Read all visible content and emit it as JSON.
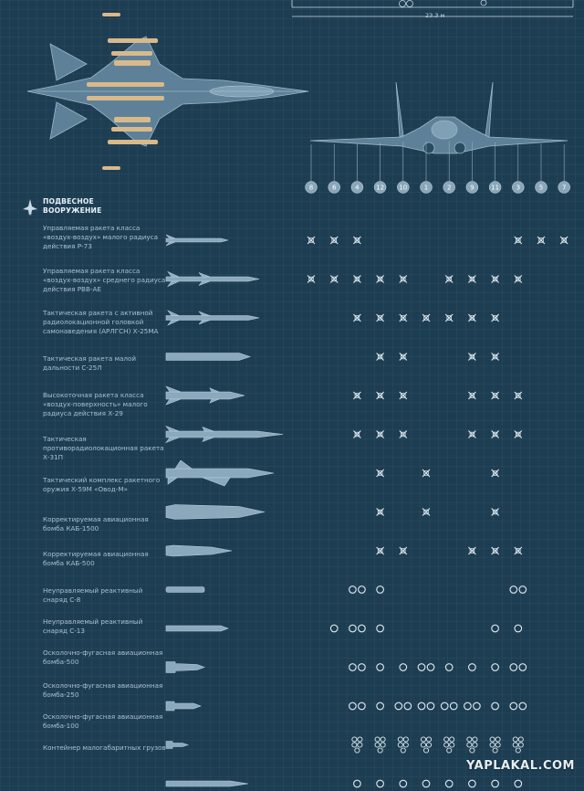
{
  "section": {
    "title_line1": "ПОДВЕСНОЕ",
    "title_line2": "ВООРУЖЕНИЕ"
  },
  "dimension": {
    "label": "23.3 м"
  },
  "watermark": "YAPLAKAL.COM",
  "colors": {
    "background": "#1d3d52",
    "aircraft": "#8aa9bd",
    "weapon": "#d9b98a",
    "marker": "#dfeaf0",
    "hardpoint_badge": "#8aa6b9"
  },
  "hardpoints": [
    "8",
    "6",
    "4",
    "12",
    "10",
    "1",
    "2",
    "9",
    "11",
    "3",
    "5",
    "7"
  ],
  "weapons": [
    {
      "label": "Управляемая ракета класса «воздух-воздух» малого радиуса действия Р-73",
      "icon": "missile-small",
      "marker": "cross",
      "stations": [
        "8",
        "6",
        "4",
        "3",
        "5",
        "7"
      ]
    },
    {
      "label": "Управляемая ракета класса «воздух-воздух» среднего радиуса действия РВВ-АЕ",
      "icon": "missile-medium",
      "marker": "cross",
      "stations": [
        "8",
        "6",
        "4",
        "12",
        "10",
        "2",
        "9",
        "11",
        "3"
      ]
    },
    {
      "label": "Тактическая ракета с активной радиолокационной головкой самонаведения (АРЛГСН) Х-25МА",
      "icon": "missile-medium",
      "marker": "cross",
      "stations": [
        "4",
        "12",
        "10",
        "1",
        "2",
        "9",
        "11"
      ]
    },
    {
      "label": "Тактическая ракета малой дальности С-25Л",
      "icon": "rocket-long",
      "marker": "cross",
      "stations": [
        "12",
        "10",
        "9",
        "11"
      ]
    },
    {
      "label": "Высокоточная ракета класса «воздух-поверхность» малого радиуса действия Х-29",
      "icon": "missile-heavy",
      "marker": "cross",
      "stations": [
        "4",
        "12",
        "10",
        "9",
        "11",
        "3"
      ]
    },
    {
      "label": "Тактическая противорадиолокационная ракета Х-31П",
      "icon": "missile-long",
      "marker": "cross",
      "stations": [
        "4",
        "12",
        "10",
        "9",
        "11",
        "3"
      ]
    },
    {
      "label": "Тактический комплекс ракетного оружия Х-59М «Овод-М»",
      "icon": "cruise-missile",
      "marker": "cross",
      "stations": [
        "12",
        "1",
        "11"
      ]
    },
    {
      "label": "Корректируемая авиационная бомба КАБ-1500",
      "icon": "bomb-large",
      "marker": "cross",
      "stations": [
        "12",
        "1",
        "11"
      ]
    },
    {
      "label": "Корректируемая авиационная бомба КАБ-500",
      "icon": "bomb-medium",
      "marker": "cross",
      "stations": [
        "12",
        "10",
        "9",
        "11",
        "3"
      ]
    },
    {
      "label": "Неуправляемый реактивный снаряд С-8",
      "icon": "rocket-pod",
      "marker": "circle",
      "stations": [
        "4",
        "4",
        "12",
        "3",
        "3"
      ]
    },
    {
      "label": "Неуправляемый реактивный снаряд С-13",
      "icon": "rocket-pod-long",
      "marker": "circle",
      "stations": [
        "6",
        "4",
        "4",
        "12",
        "11",
        "3"
      ]
    },
    {
      "label": "Осколочно-фугасная авиационная бомба-500",
      "icon": "bomb-finned",
      "marker": "circle",
      "stations": [
        "4",
        "4",
        "12",
        "10",
        "1",
        "1",
        "2",
        "9",
        "11",
        "3",
        "3"
      ]
    },
    {
      "label": "Осколочно-фугасная авиационная бомба-250",
      "icon": "bomb-finned-small",
      "marker": "circle",
      "stations": [
        "4",
        "4",
        "12",
        "10",
        "10",
        "1",
        "1",
        "2",
        "2",
        "9",
        "9",
        "11",
        "3",
        "3"
      ]
    },
    {
      "label": "Осколочно-фугасная авиационная бомба-100",
      "icon": "bomb-finned-tiny",
      "marker": "cluster",
      "stations": [
        "4",
        "12",
        "10",
        "1",
        "2",
        "9",
        "11",
        "3"
      ]
    },
    {
      "label": "Контейнер малогабаритных грузов",
      "icon": "container",
      "marker": "circle",
      "stations": [
        "4",
        "12",
        "10",
        "1",
        "2",
        "9",
        "11",
        "3"
      ]
    }
  ]
}
